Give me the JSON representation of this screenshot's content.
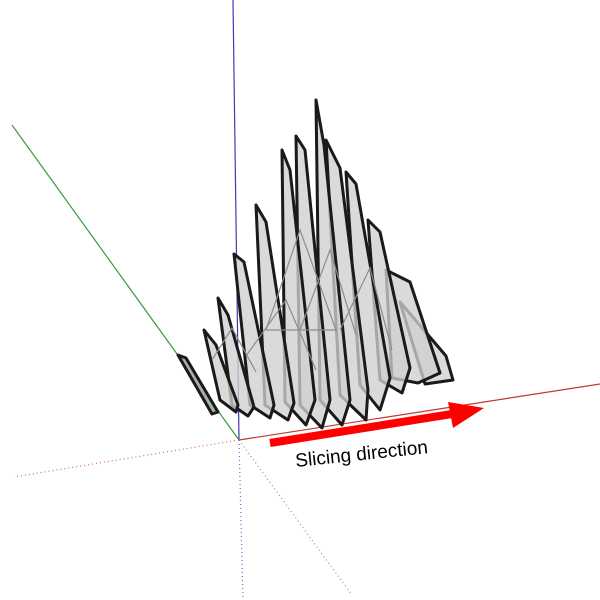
{
  "annotation": {
    "label": "Slicing direction",
    "arrow_color": "#ff0000"
  },
  "axes": {
    "x_color": "#c0392b",
    "y_color": "#3a9a3a",
    "z_color": "#3b3bb3",
    "negative_style": "dotted"
  },
  "model": {
    "description_icon": "sliced-pyramid-icon",
    "slice_count": 13
  }
}
